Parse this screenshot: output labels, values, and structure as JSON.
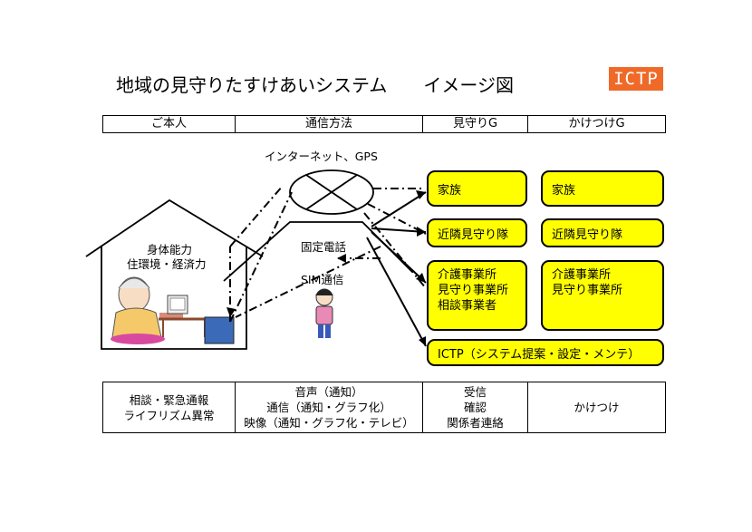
{
  "title": {
    "main": "地域の見守りたすけあいシステム",
    "sub": "イメージ図",
    "logo": "ICTP",
    "logo_color": "#ef6a28"
  },
  "header": [
    "ご本人",
    "通信方法",
    "見守りG",
    "かけつけG"
  ],
  "house": {
    "lines": [
      "身体能力",
      "住環境・経済力"
    ]
  },
  "network": {
    "internet_label": "インターネット、GPS",
    "landline_label": "固定電話",
    "sim_label": "SIM通信"
  },
  "watch_group": {
    "family": "家族",
    "neighbors": "近隣見守り隊",
    "care": "介護事業所\n見守り事業所\n相談事業者"
  },
  "rush_group": {
    "family": "家族",
    "neighbors": "近隣見守り隊",
    "care": "介護事業所\n見守り事業所"
  },
  "ictp_box": "ICTP（システム提案・設定・メンテ）",
  "bottom": {
    "person": "相談・緊急通報\nライフリズム異常",
    "comm": "音声（通知）\n通信（通知・グラフ化）\n映像（通知・グラフ化・テレビ）",
    "watch": "受信\n確認\n関係者連絡",
    "rush": "かけつけ"
  },
  "colors": {
    "box_fill": "#ffff00",
    "monitor": "#3a6ab8"
  }
}
